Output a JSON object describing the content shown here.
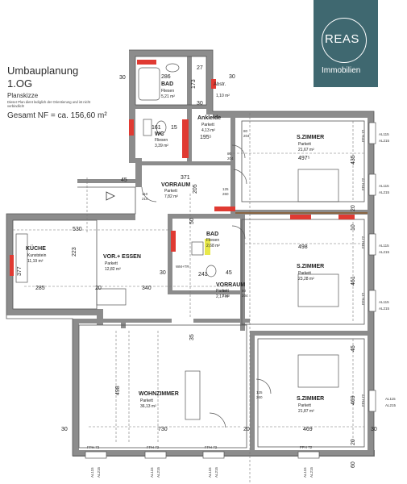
{
  "header": {
    "title": "Umbauplanung",
    "floor": "1.OG",
    "subtitle": "Planskizze",
    "disclaimer": "Dieser Plan dient lediglich der Orientierung und ist nicht verbindlich!",
    "total_area": "Gesamt NF = ca. 156,60  m²"
  },
  "logo": {
    "name": "REAS",
    "tagline": "Immobilien",
    "color": "#3f6870"
  },
  "colors": {
    "wall": "#8c8c8c",
    "wall_dark": "#555555",
    "red": "#e03a32",
    "yellow": "#e8e84a"
  },
  "rooms": {
    "bad_top": {
      "name": "BAD",
      "floor": "Fliesen",
      "area": "5,21 m²"
    },
    "abstr": {
      "name": "Abstr.",
      "area": "1,10 m²"
    },
    "wc": {
      "name": "WC",
      "floor": "Fliesen",
      "area": "3,39 m²"
    },
    "ankleide": {
      "name": "Ankleide",
      "floor": "Parkett",
      "area": "4,13 m²"
    },
    "vorraum_top": {
      "name": "VORRAUM",
      "floor": "Parkett",
      "area": "7,82 m²"
    },
    "szimmer1": {
      "name": "S.ZIMMER",
      "floor": "Parkett",
      "area": "21,67 m²"
    },
    "kueche": {
      "name": "KÜCHE",
      "floor": "Kunststein",
      "area": "11,19 m²"
    },
    "vor_essen": {
      "name": "VOR.+ ESSEN",
      "floor": "Parkett",
      "area": "12,82 m²"
    },
    "bad_mid": {
      "name": "BAD",
      "floor": "Fliesen",
      "area": "2,68 m²"
    },
    "vorraum_mid": {
      "name": "VORRAUM",
      "floor": "Parkett",
      "area": "2,17 m²"
    },
    "szimmer2": {
      "name": "S.ZIMMER",
      "floor": "Parkett",
      "area": "23,28 m²"
    },
    "wohnzimmer": {
      "name": "WOHNZIMMER",
      "floor": "Parkett",
      "area": "36,13 m²"
    },
    "szimmer3": {
      "name": "S.ZIMMER",
      "floor": "Parkett",
      "area": "21,87 m²"
    }
  },
  "dimensions": {
    "d286": "286",
    "d30a": "30",
    "d27": "27",
    "d173": "173",
    "d30b": "30",
    "d30c": "30",
    "d161": "161",
    "d15": "15",
    "d371": "371",
    "d205": "205",
    "d45a": "45",
    "d4975": "497⁵",
    "d1955": "195⁵",
    "d435": "435",
    "d20a": "20",
    "d10a": "10",
    "d530": "530",
    "d377": "377",
    "d223": "223",
    "d285": "285",
    "d20b": "20",
    "d340": "340",
    "d30d": "30",
    "d50": "50",
    "d241": "241",
    "d45b": "45",
    "d498a": "498",
    "d461": "461",
    "d35": "35",
    "d45c": "45",
    "d498b": "498",
    "d469a": "469",
    "d30e": "30",
    "d730": "730",
    "d20c": "20",
    "d469b": "469",
    "d30f": "30",
    "d60": "60",
    "d20d": "20"
  },
  "door_labels": {
    "d80a": "80",
    "d204a": "204",
    "d80b": "80",
    "d204b": "204",
    "d110": "110",
    "d210a": "210",
    "d125a": "125",
    "d260a": "260",
    "d90": "90",
    "d210b": "210",
    "d80c": "80",
    "d204c": "204",
    "d125b": "125",
    "d260b": "260",
    "wm": "WM+TR"
  },
  "window_labels": {
    "fph": "FPH 72",
    "al115": "AL115",
    "al215": "AL215"
  }
}
